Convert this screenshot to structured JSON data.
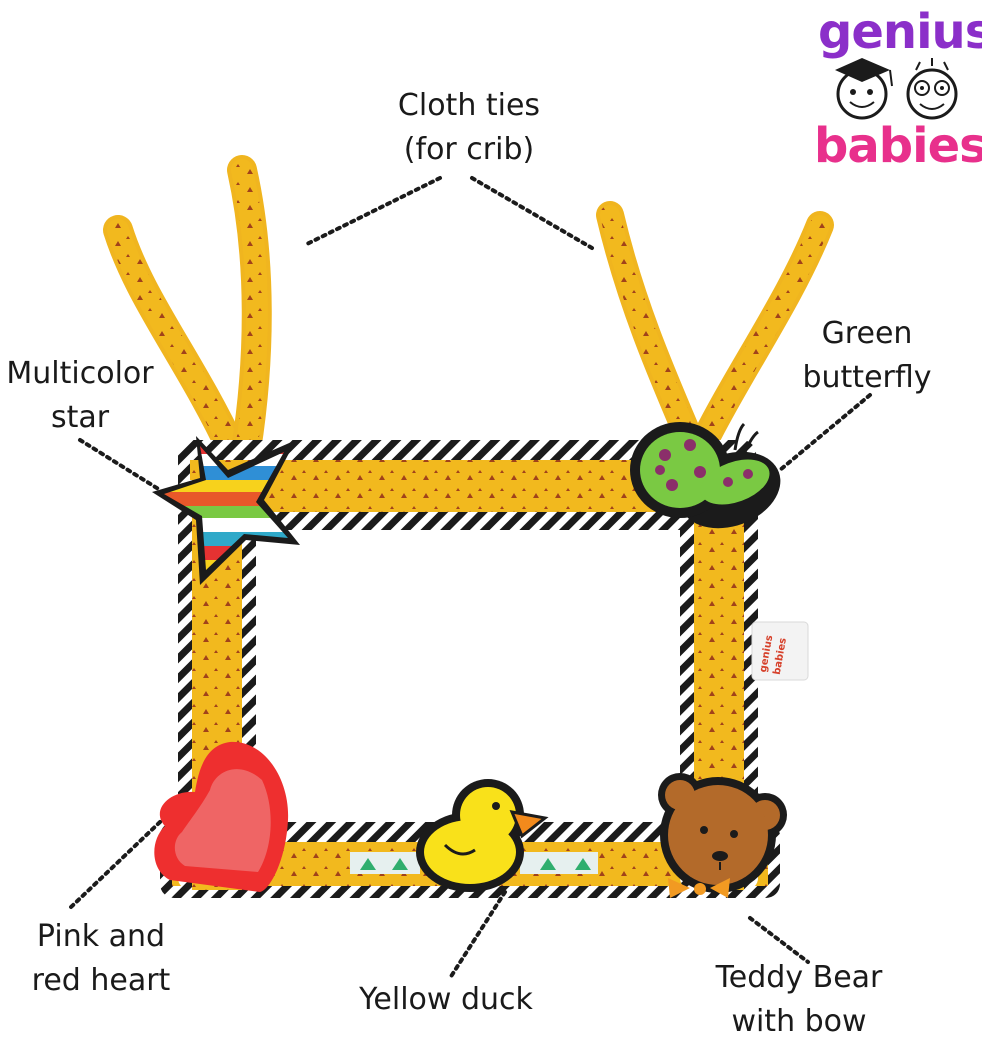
{
  "logo": {
    "word1": "genius",
    "word2": "babies",
    "letter_colors": [
      "#8b2fc9",
      "#3db54a",
      "#f2a31c",
      "#e8308c",
      "#2f6fd6",
      "#9c3cd6"
    ]
  },
  "callouts": {
    "cloth_ties": [
      "Cloth ties",
      "(for crib)"
    ],
    "star": [
      "Multicolor",
      "star"
    ],
    "butterfly": [
      "Green",
      "butterfly"
    ],
    "heart": [
      "Pink and",
      "red heart"
    ],
    "duck": [
      "Yellow duck"
    ],
    "bear": [
      "Teddy Bear",
      "with bow"
    ]
  },
  "tag": {
    "line1": "genius",
    "line2": "babies"
  },
  "colors": {
    "frame_yellow": "#f2b91e",
    "frame_dark": "#1b1b1b",
    "tie_yellow": "#f0b51f",
    "heart_red": "#ee2f2f",
    "duck_yellow": "#f9e11a",
    "butterfly_green": "#7ac943",
    "bear_brown": "#b36a2a"
  }
}
